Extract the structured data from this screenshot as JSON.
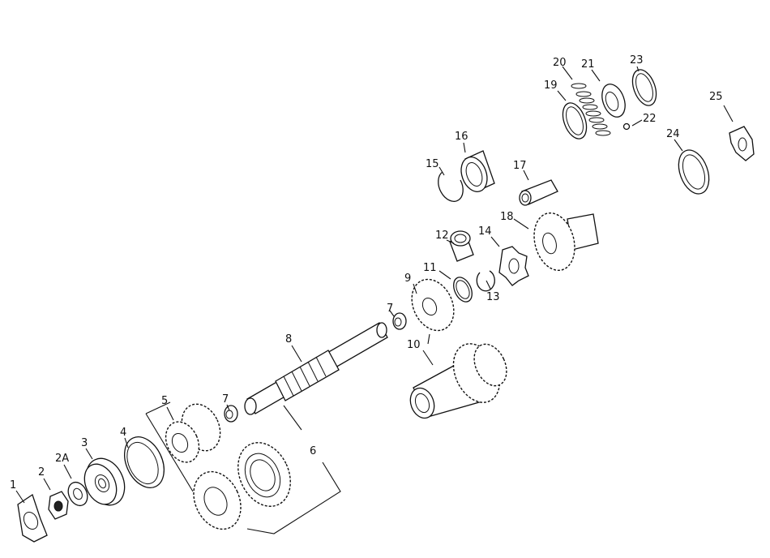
{
  "callouts": [
    {
      "id": "c1",
      "text": "1"
    },
    {
      "id": "c2",
      "text": "2"
    },
    {
      "id": "c2a",
      "text": "2A"
    },
    {
      "id": "c3",
      "text": "3"
    },
    {
      "id": "c4",
      "text": "4"
    },
    {
      "id": "c5",
      "text": "5"
    },
    {
      "id": "c6",
      "text": "6"
    },
    {
      "id": "c7a",
      "text": "7"
    },
    {
      "id": "c7b",
      "text": "7"
    },
    {
      "id": "c8",
      "text": "8"
    },
    {
      "id": "c9",
      "text": "9"
    },
    {
      "id": "c10",
      "text": "10"
    },
    {
      "id": "c11",
      "text": "11"
    },
    {
      "id": "c12",
      "text": "12"
    },
    {
      "id": "c13",
      "text": "13"
    },
    {
      "id": "c14",
      "text": "14"
    },
    {
      "id": "c15",
      "text": "15"
    },
    {
      "id": "c16",
      "text": "16"
    },
    {
      "id": "c17",
      "text": "17"
    },
    {
      "id": "c18",
      "text": "18"
    },
    {
      "id": "c19",
      "text": "19"
    },
    {
      "id": "c20",
      "text": "20"
    },
    {
      "id": "c21",
      "text": "21"
    },
    {
      "id": "c22",
      "text": "22"
    },
    {
      "id": "c23",
      "text": "23"
    },
    {
      "id": "c24",
      "text": "24"
    },
    {
      "id": "c25",
      "text": "25"
    }
  ]
}
